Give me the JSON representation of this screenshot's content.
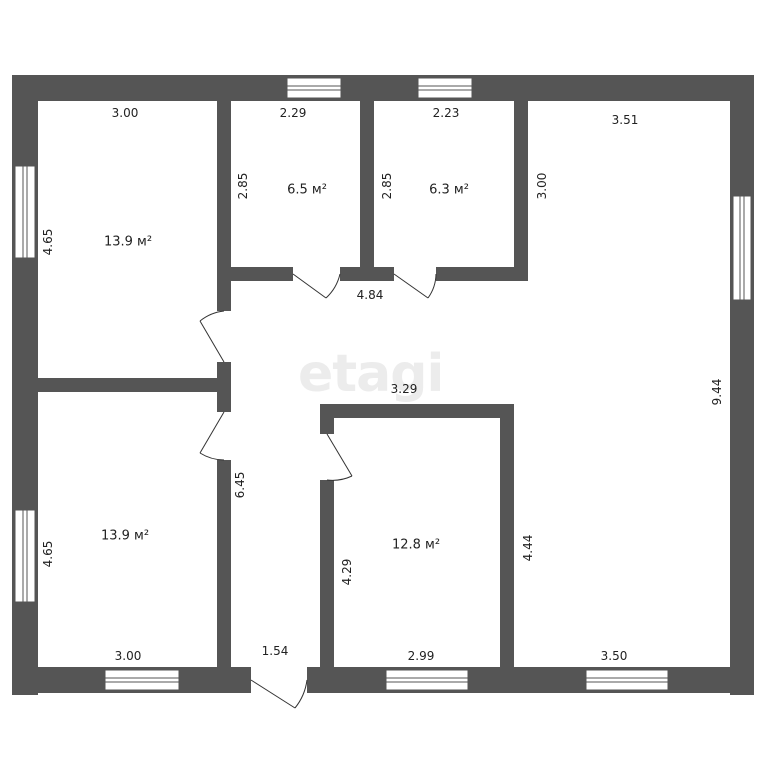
{
  "watermark": "etagi",
  "colors": {
    "wall": "#555555",
    "floor": "#ffffff",
    "line": "#333333"
  },
  "rooms": [
    {
      "id": "room-left-top",
      "area": "13.9 м²"
    },
    {
      "id": "room-small-1",
      "area": "6.5 м²"
    },
    {
      "id": "room-small-2",
      "area": "6.3 м²"
    },
    {
      "id": "room-left-bottom",
      "area": "13.9 м²"
    },
    {
      "id": "room-center",
      "area": "12.8 м²"
    }
  ],
  "dimensions": {
    "top_left": "3.00",
    "top_small1": "2.29",
    "top_small2": "2.23",
    "top_right": "3.51",
    "left_top": "4.65",
    "small1_height": "2.85",
    "small2_height": "2.85",
    "right_room_upper": "3.00",
    "corridor_top": "4.84",
    "hall_middle": "3.29",
    "right_height": "9.44",
    "corridor_height": "6.45",
    "left_bottom": "4.65",
    "center_height": "4.29",
    "center_right": "4.44",
    "bottom_left": "3.00",
    "bottom_corridor": "1.54",
    "bottom_center": "2.99",
    "bottom_right": "3.50"
  }
}
